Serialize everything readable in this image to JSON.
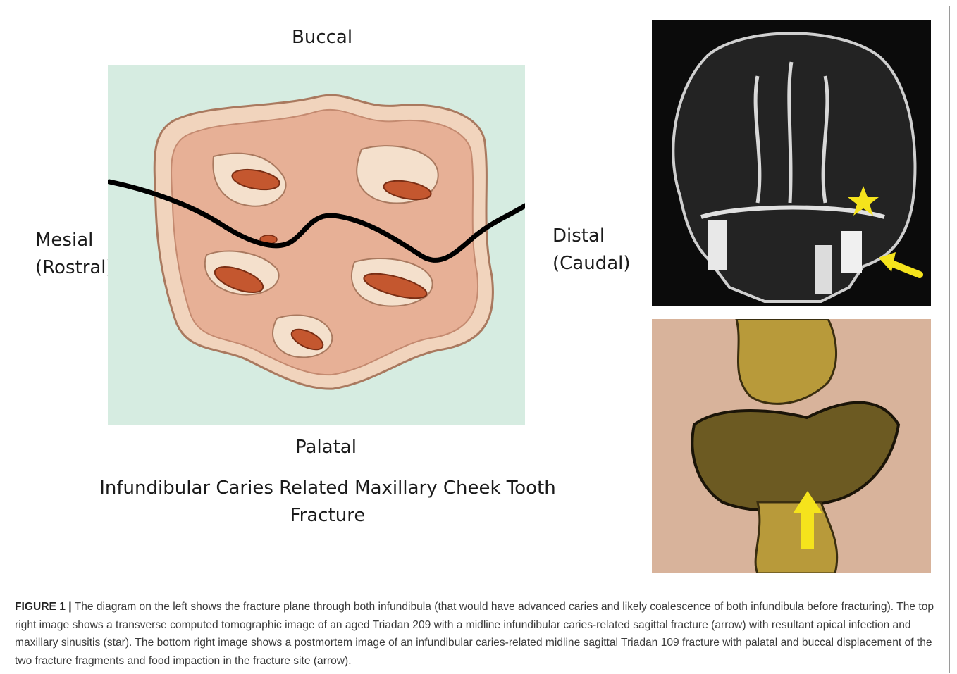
{
  "figure": {
    "diagram": {
      "label_top": "Buccal",
      "label_bottom": "Palatal",
      "label_left_line1": "Mesial",
      "label_left_line2": "(Rostral)",
      "label_right_line1": "Distal",
      "label_right_line2": "(Caudal)",
      "title": "Infundibular Caries Related Maxillary Cheek Tooth Fracture"
    },
    "caption": {
      "label": "FIGURE 1 |",
      "text": " The diagram on the left shows the fracture plane through both infundibula (that would have advanced caries and likely coalescence of both infundibula before fracturing). The top right image shows a transverse computed tomographic image of an aged Triadan 209 with a midline infundibular caries-related sagittal fracture (arrow) with resultant apical infection and maxillary sinusitis (star). The bottom right image shows a postmortem image of an infundibular caries-related midline sagittal Triadan 109 fracture with palatal and buccal displacement of the two fracture fragments and food impaction in the fracture site (arrow)."
    }
  },
  "colors": {
    "diagram_background": "#d6ece1",
    "dentine": "#e9b59b",
    "enamel": "#f3dcc4",
    "infundibulum": "#c4572f",
    "marker": "#f5e31c",
    "fracture_line": "#000000"
  }
}
